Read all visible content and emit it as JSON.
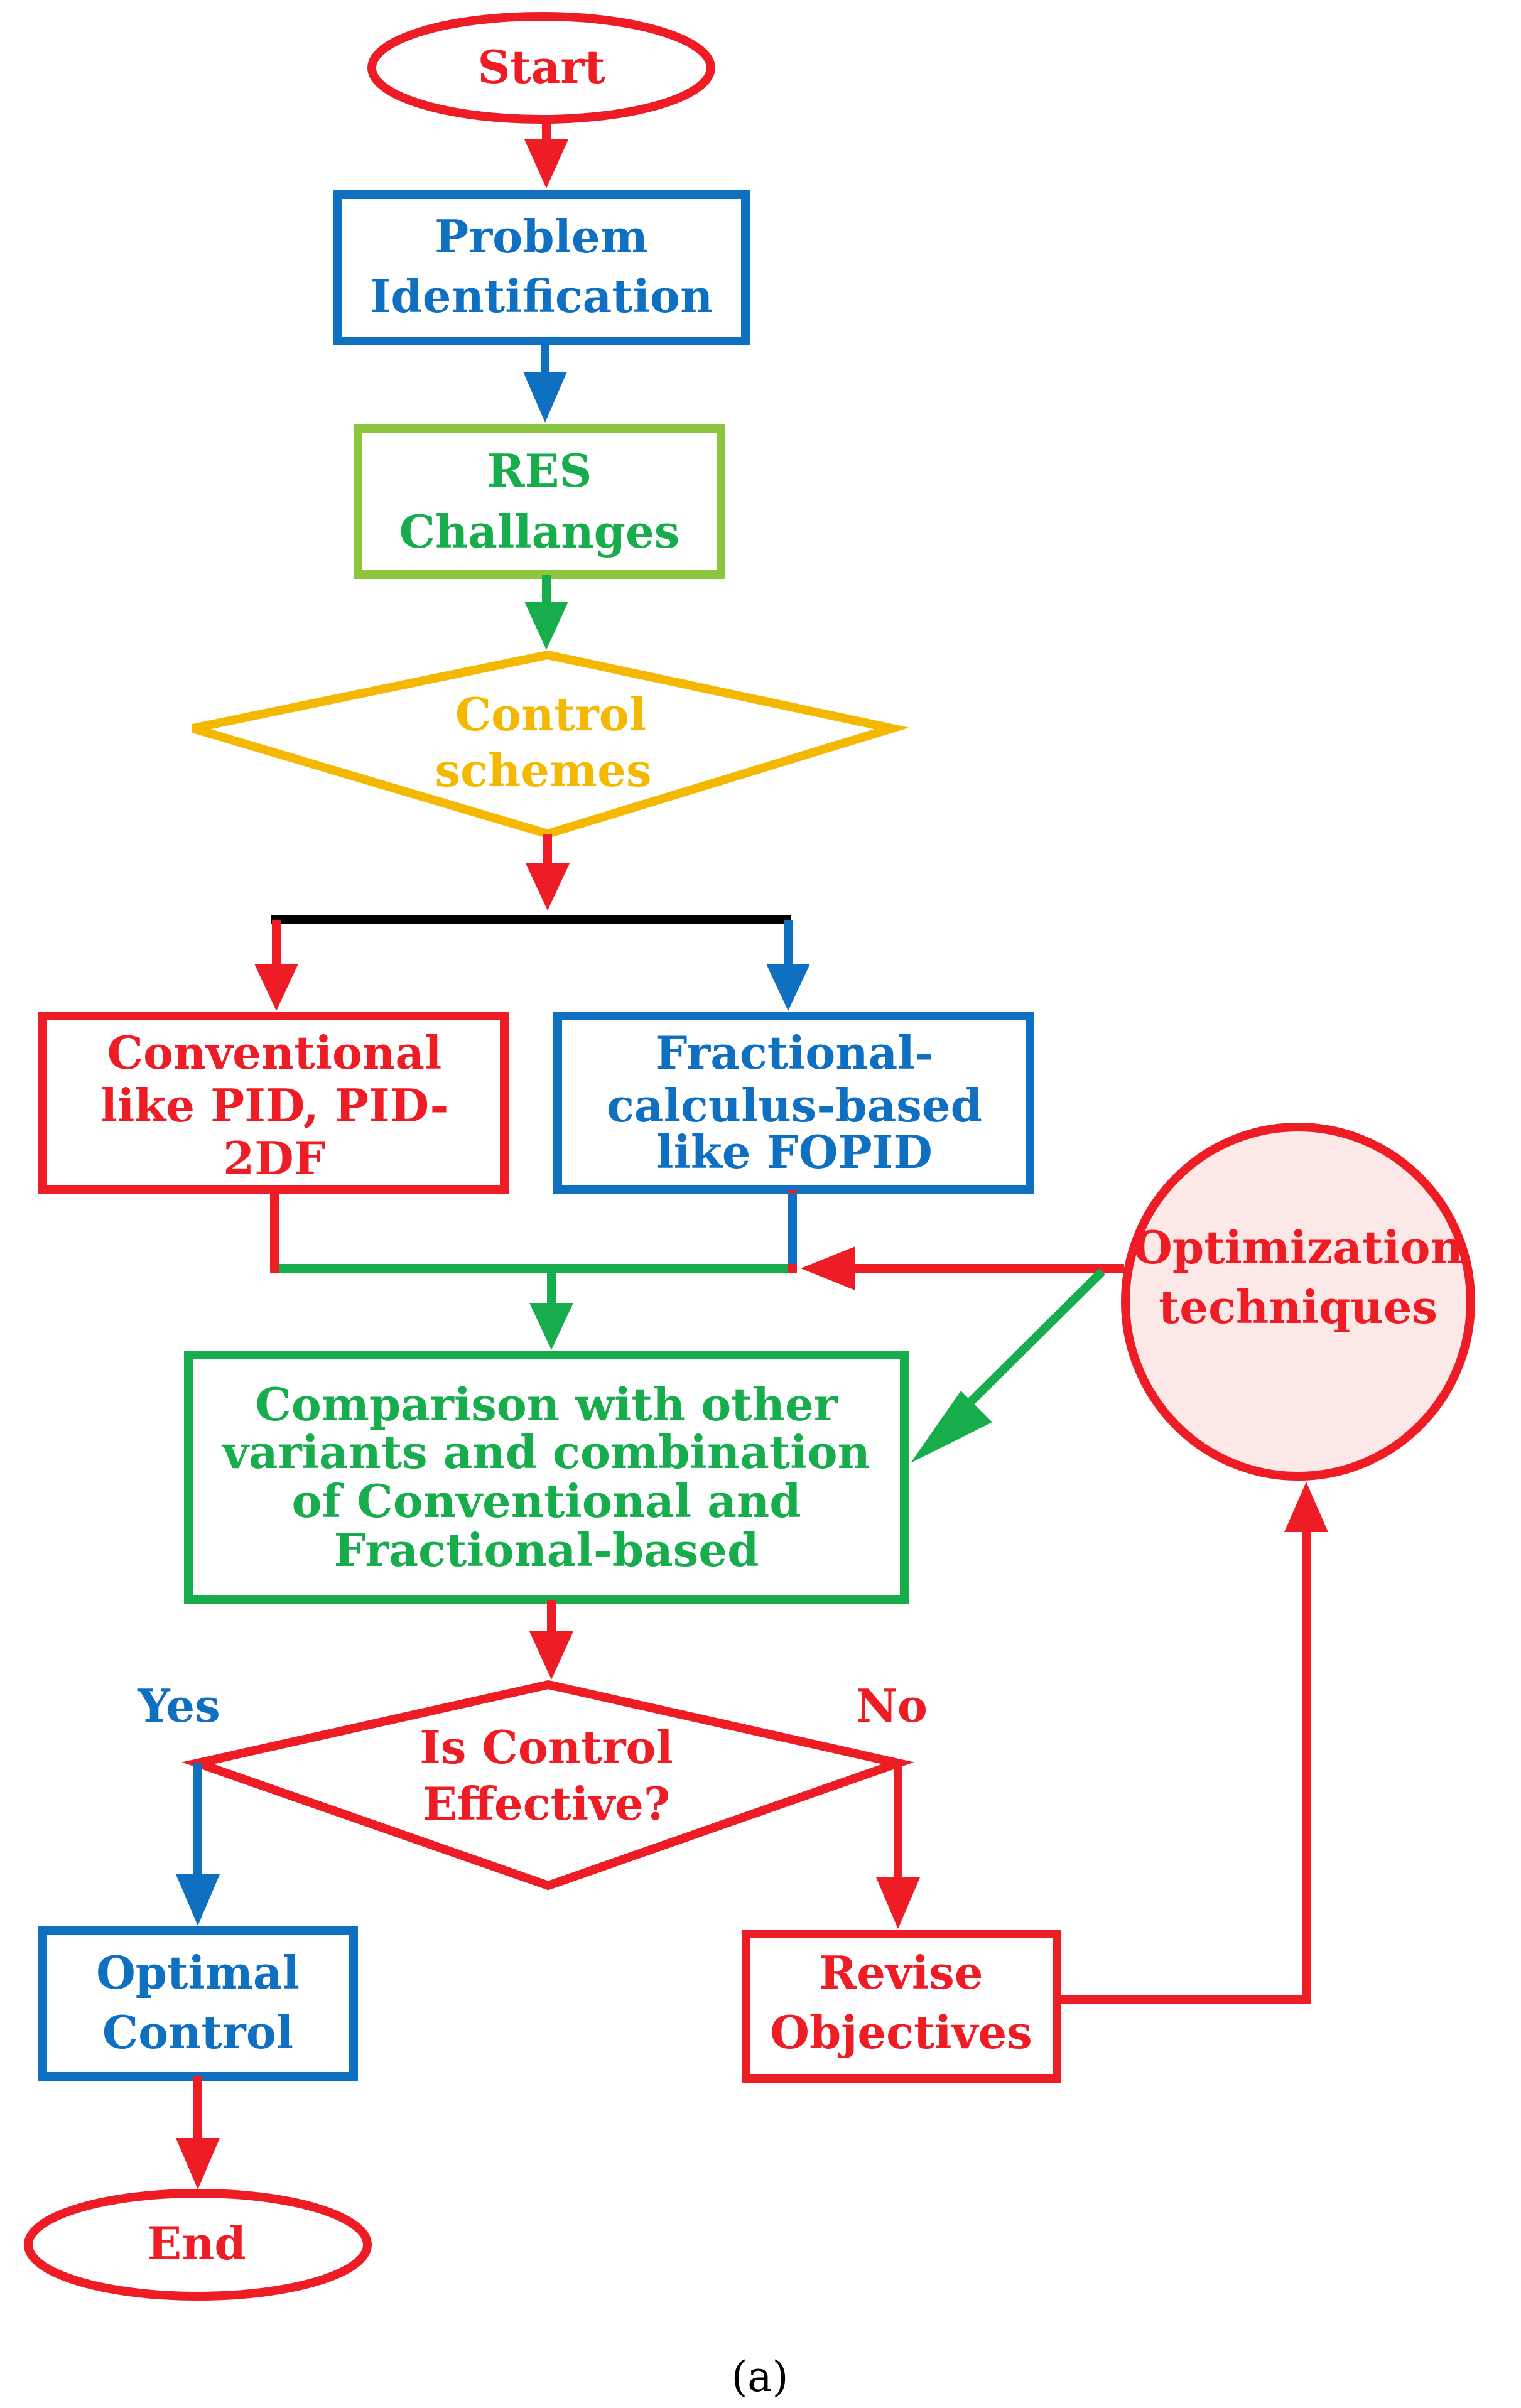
{
  "colors": {
    "red": "#ee1c25",
    "blue": "#0f6fc0",
    "green": "#17ad4d",
    "light_green": "#8cc63f",
    "gold": "#f5b800",
    "black": "#000000",
    "circle_fill": "#fde8e8"
  },
  "nodes": {
    "start": "Start",
    "problem": [
      "Problem",
      "Identification"
    ],
    "res": [
      "RES",
      "Challanges"
    ],
    "control": [
      "Control",
      "schemes"
    ],
    "conventional": [
      "Conventional",
      "like PID, PID-",
      "2DF"
    ],
    "fractional": [
      "Fractional-",
      "calculus-based",
      "like FOPID"
    ],
    "optimization": [
      "Optimization",
      "techniques"
    ],
    "comparison": [
      "Comparison with other",
      "variants and combination",
      "of Conventional and",
      "Fractional-based"
    ],
    "decision": [
      "Is Control",
      "Effective?"
    ],
    "optimal": [
      "Optimal",
      "Control"
    ],
    "revise": [
      "Revise",
      "Objectives"
    ],
    "end": "End"
  },
  "branch_labels": {
    "yes": "Yes",
    "no": "No"
  },
  "caption": "(a)"
}
